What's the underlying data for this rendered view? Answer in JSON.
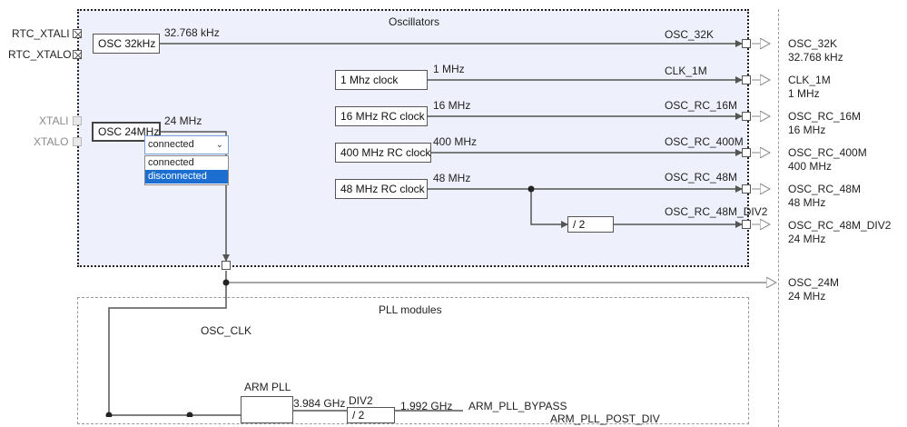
{
  "oscillators_title": "Oscillators",
  "pll_title": "PLL modules",
  "inputs": {
    "rtc_xtali": "RTC_XTALI",
    "rtc_xtalo": "RTC_XTALO",
    "xtali": "XTALI",
    "xtalo": "XTALO"
  },
  "blocks": {
    "osc32k": "OSC 32kHz",
    "osc24m": "OSC 24MHz",
    "clk1m": "1 Mhz clock",
    "rc16m": "16 MHz RC clock",
    "rc400m": "400 MHz RC clock",
    "rc48m": "48 MHz RC clock",
    "div2": "/ 2",
    "arm_pll": "ARM PLL",
    "pll_div2": "/ 2"
  },
  "freqs": {
    "f32k": "32.768 kHz",
    "f24m": "24 MHz",
    "f1m": "1 MHz",
    "f16m": "16 MHz",
    "f400m": "400 MHz",
    "f48m": "48 MHz",
    "arm_pll_out": "3.984 GHz",
    "div2_out": "1.992 GHz"
  },
  "signals": {
    "osc_32k": "OSC_32K",
    "clk_1m": "CLK_1M",
    "osc_rc_16m": "OSC_RC_16M",
    "osc_rc_400m": "OSC_RC_400M",
    "osc_rc_48m": "OSC_RC_48M",
    "osc_rc_48m_div2": "OSC_RC_48M_DIV2",
    "osc_clk": "OSC_CLK",
    "div2_label": "DIV2",
    "arm_pll_bypass": "ARM_PLL_BYPASS",
    "arm_pll_post_div": "ARM_PLL_POST_DIV"
  },
  "outputs": [
    {
      "name": "OSC_32K",
      "freq": "32.768 kHz"
    },
    {
      "name": "CLK_1M",
      "freq": "1 MHz"
    },
    {
      "name": "OSC_RC_16M",
      "freq": "16 MHz"
    },
    {
      "name": "OSC_RC_400M",
      "freq": "400 MHz"
    },
    {
      "name": "OSC_RC_48M",
      "freq": "48 MHz"
    },
    {
      "name": "OSC_RC_48M_DIV2",
      "freq": "24 MHz"
    },
    {
      "name": "OSC_24M",
      "freq": "24 MHz"
    }
  ],
  "dropdown": {
    "selected": "connected",
    "options": [
      "connected",
      "disconnected"
    ],
    "highlighted_index": 1
  },
  "colors": {
    "region_fill": "#eef1fb",
    "wire": "#555555",
    "highlight": "#1c6fd1"
  }
}
